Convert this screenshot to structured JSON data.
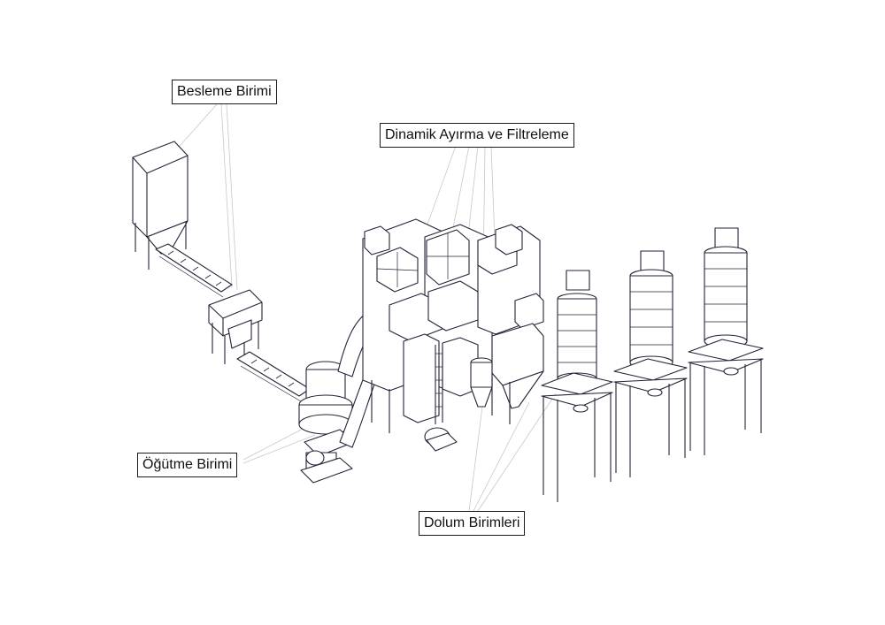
{
  "labels": {
    "feeding_unit": "Besleme Birimi",
    "separation_filtration": "Dinamik Ayırma ve Filtreleme",
    "grinding_unit": "Öğütme Birimi",
    "filling_units": "Dolum Birimleri"
  },
  "colors": {
    "line": "#23233a",
    "leader_line": "#c8c8c8",
    "label_border": "#1a1a1a",
    "background": "#ffffff"
  }
}
